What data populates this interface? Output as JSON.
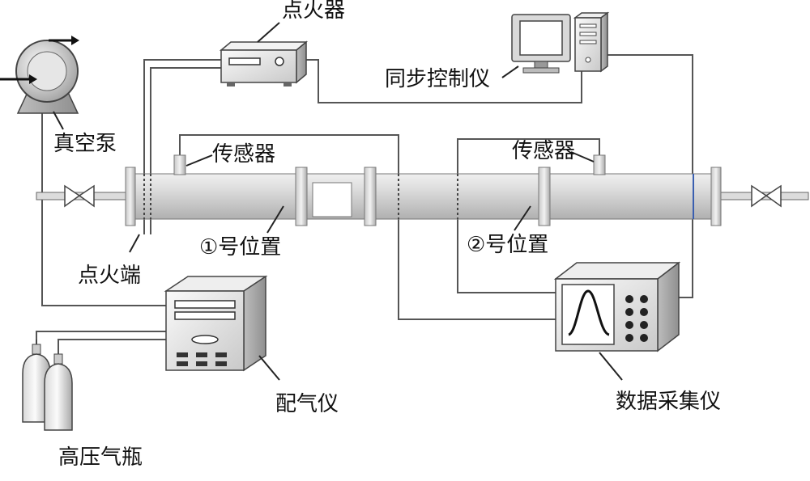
{
  "labels": {
    "igniter": "点火器",
    "sync_controller": "同步控制仪",
    "vacuum_pump": "真空泵",
    "sensor_left": "传感器",
    "sensor_right": "传感器",
    "position_1": "①号位置",
    "position_2": "②号位置",
    "ignition_end": "点火端",
    "gas_mixer": "配气仪",
    "data_acquisition": "数据采集仪",
    "gas_cylinders": "高压气瓶"
  },
  "colors": {
    "line": "#555555",
    "tube_light": "#e8e8e8",
    "tube_dark": "#b8b8b8",
    "device_light": "#f4f4f4",
    "device_dark": "#bdbdbd",
    "accent_blue": "#3a5fb0"
  }
}
